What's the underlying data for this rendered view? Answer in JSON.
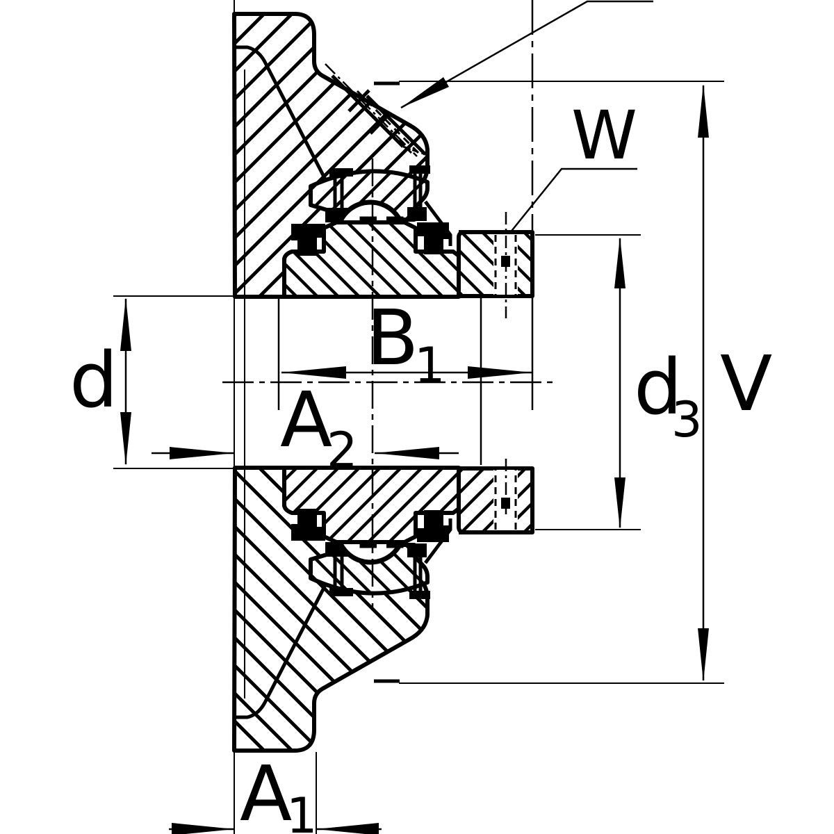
{
  "drawing": {
    "background": "#ffffff",
    "line_color": "#000000",
    "labels": {
      "d": {
        "base": "d",
        "sub": ""
      },
      "B1": {
        "base": "B",
        "sub": "1"
      },
      "A2": {
        "base": "A",
        "sub": "2"
      },
      "A1": {
        "base": "A",
        "sub": "1"
      },
      "W": {
        "base": "W",
        "sub": ""
      },
      "d3": {
        "base": "d",
        "sub": "3"
      },
      "V": {
        "base": "V",
        "sub": ""
      }
    }
  }
}
